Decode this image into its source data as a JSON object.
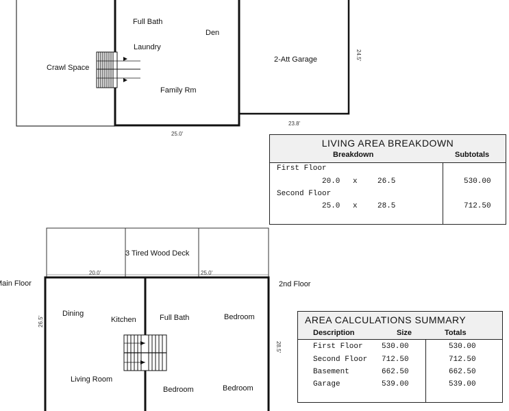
{
  "upper_plan": {
    "rooms": [
      "Full Bath",
      "Den",
      "Laundry",
      "Crawl Space",
      "2-Att Garage",
      "Family Rm"
    ],
    "dims": [
      "25.0'",
      "23.8'",
      "24.5'"
    ]
  },
  "lower_plan": {
    "deck": "3 Tired Wood Deck",
    "main_floor": "Main Floor",
    "second_floor": "2nd Floor",
    "rooms": [
      "Dining",
      "Kitchen",
      "Full Bath",
      "Bedroom",
      "Living Room",
      "Bedroom",
      "Bedroom"
    ],
    "dims": [
      "20.0'",
      "25.0'",
      "26.5'",
      "28.5'"
    ]
  },
  "living_area": {
    "title": "LIVING AREA BREAKDOWN",
    "col_breakdown": "Breakdown",
    "col_subtotals": "Subtotals",
    "sections": [
      {
        "name": "First Floor",
        "a": "20.0",
        "x": "x",
        "b": "26.5",
        "subtotal": "530.00"
      },
      {
        "name": "Second Floor",
        "a": "25.0",
        "x": "x",
        "b": "28.5",
        "subtotal": "712.50"
      }
    ]
  },
  "area_summary": {
    "title": "AREA CALCULATIONS SUMMARY",
    "col_description": "Description",
    "col_size": "Size",
    "col_totals": "Totals",
    "rows": [
      {
        "description": "First Floor",
        "size": "530.00",
        "total": "530.00"
      },
      {
        "description": "Second Floor",
        "size": "712.50",
        "total": "712.50"
      },
      {
        "description": "Basement",
        "size": "662.50",
        "total": "662.50"
      },
      {
        "description": "Garage",
        "size": "539.00",
        "total": "539.00"
      }
    ]
  }
}
